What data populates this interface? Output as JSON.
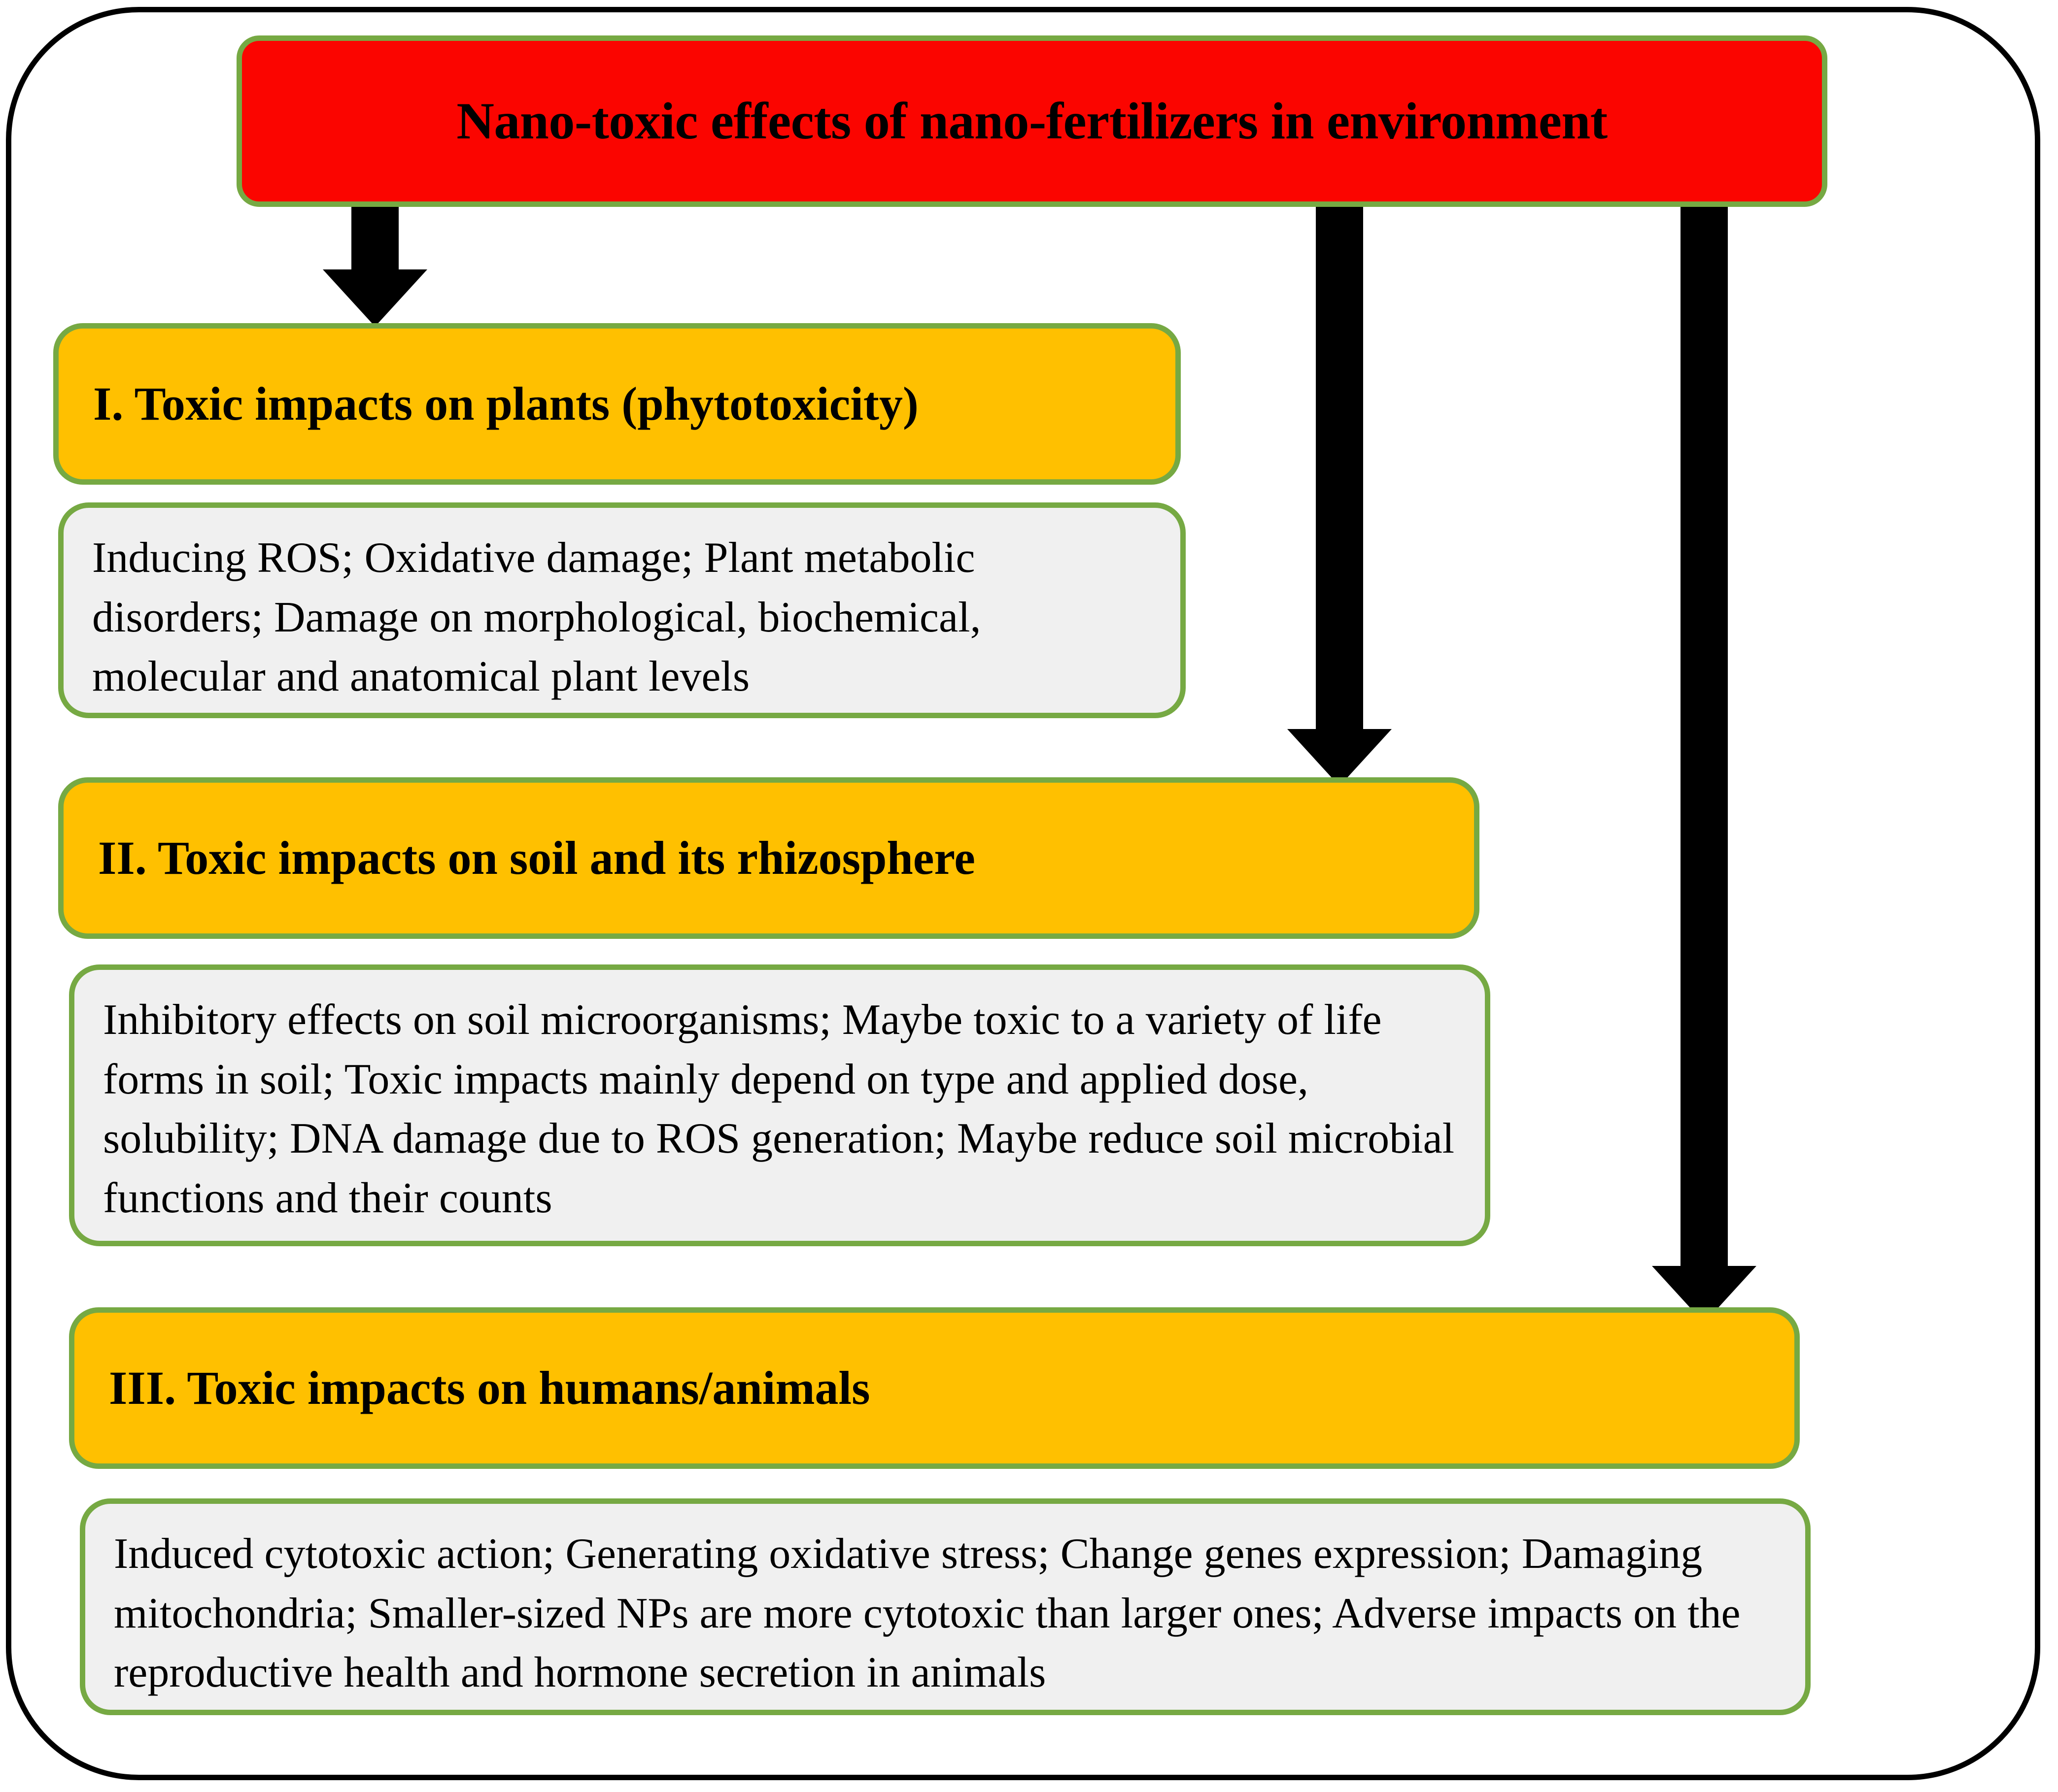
{
  "diagram": {
    "title": "Nano-toxic effects of nano-fertilizers in environment",
    "colors": {
      "title_fill": "#FB0500",
      "heading_fill": "#FFC000",
      "detail_fill": "#F0F0F0",
      "node_border": "#76A943",
      "outer_border": "#000000",
      "arrow": "#000000",
      "text": "#000000"
    },
    "sections": [
      {
        "heading": "I. Toxic impacts on plants (phytotoxicity)",
        "detail": "Inducing ROS; Oxidative damage; Plant metabolic disorders; Damage on morphological, biochemical, molecular and anatomical plant levels"
      },
      {
        "heading": "II. Toxic impacts on soil and its rhizosphere",
        "detail": "Inhibitory effects on soil microorganisms; Maybe toxic to a variety of life forms in soil; Toxic impacts mainly depend on type and applied dose, solubility; DNA damage due to ROS generation; Maybe reduce soil microbial functions and their counts"
      },
      {
        "heading": "III. Toxic impacts on humans/animals",
        "detail": "Induced cytotoxic action; Generating oxidative stress; Change genes expression; Damaging mitochondria; Smaller-sized NPs are more cytotoxic than larger ones; Adverse impacts on the reproductive health and hormone secretion in animals"
      }
    ],
    "connectors": [
      {
        "name": "arrow-title-to-section-1",
        "from": "title",
        "to": "I. Toxic impacts on plants (phytotoxicity)"
      },
      {
        "name": "arrow-title-to-section-2",
        "from": "title",
        "to": "II. Toxic impacts on soil and its rhizosphere"
      },
      {
        "name": "arrow-title-to-section-3",
        "from": "title",
        "to": "III. Toxic impacts on humans/animals"
      }
    ]
  }
}
